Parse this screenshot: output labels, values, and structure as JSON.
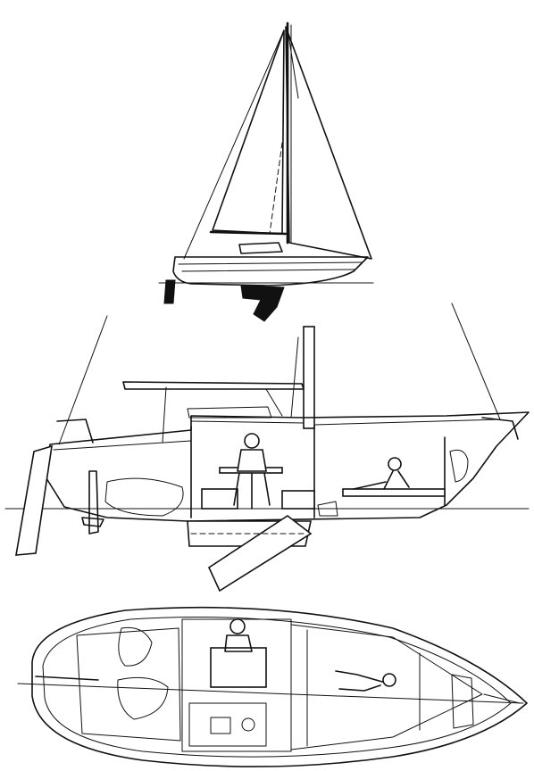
{
  "colors": {
    "ink": "#111111",
    "paper": "#ffffff"
  },
  "figure": {
    "views": [
      {
        "id": "sail-plan",
        "kind": "profile elevation"
      },
      {
        "id": "interior-profile",
        "kind": "cutaway profile"
      },
      {
        "id": "deck-plan",
        "kind": "plan view"
      }
    ]
  }
}
